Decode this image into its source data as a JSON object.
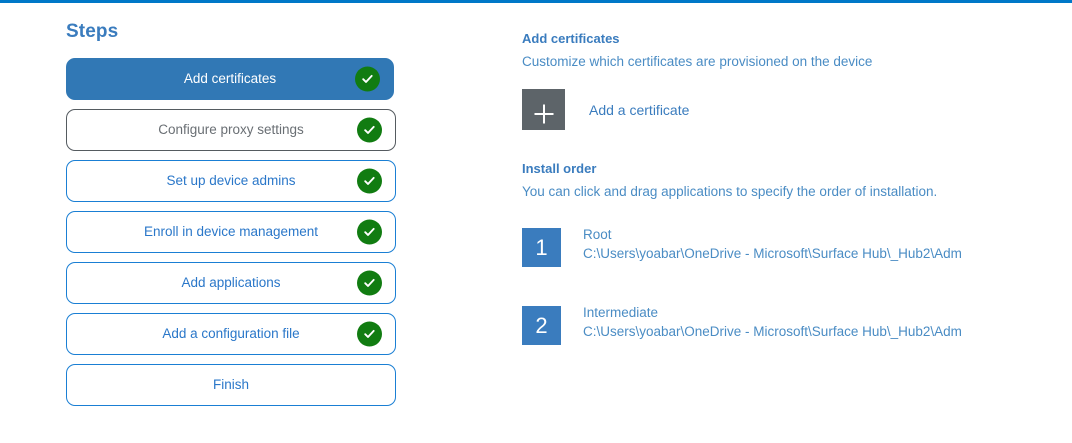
{
  "accent": {
    "top_rule": "#0078c8",
    "primary_blue": "#3a7cbe",
    "active_step_bg": "#3178b5",
    "success_green": "#117c11",
    "tile_gray": "#5d6469"
  },
  "steps_panel": {
    "title": "Steps",
    "items": [
      {
        "label": "Add certificates",
        "state": "active",
        "completed": true
      },
      {
        "label": "Configure proxy settings",
        "state": "disabled",
        "completed": true
      },
      {
        "label": "Set up device admins",
        "state": "default",
        "completed": true
      },
      {
        "label": "Enroll in device management",
        "state": "default",
        "completed": true
      },
      {
        "label": "Add applications",
        "state": "default",
        "completed": true
      },
      {
        "label": "Add a configuration file",
        "state": "default",
        "completed": true
      },
      {
        "label": "Finish",
        "state": "default",
        "completed": false
      }
    ]
  },
  "detail": {
    "certificates": {
      "heading": "Add certificates",
      "description": "Customize which certificates are provisioned on the device",
      "add_label": "Add a certificate",
      "add_icon": "plus-icon"
    },
    "install_order": {
      "heading": "Install order",
      "description": "You can click and drag applications to specify the order of installation.",
      "items": [
        {
          "order": "1",
          "name": "Root",
          "path": "C:\\Users\\yoabar\\OneDrive - Microsoft\\Surface Hub\\_Hub2\\Adm"
        },
        {
          "order": "2",
          "name": "Intermediate",
          "path": "C:\\Users\\yoabar\\OneDrive - Microsoft\\Surface Hub\\_Hub2\\Adm"
        }
      ]
    }
  }
}
